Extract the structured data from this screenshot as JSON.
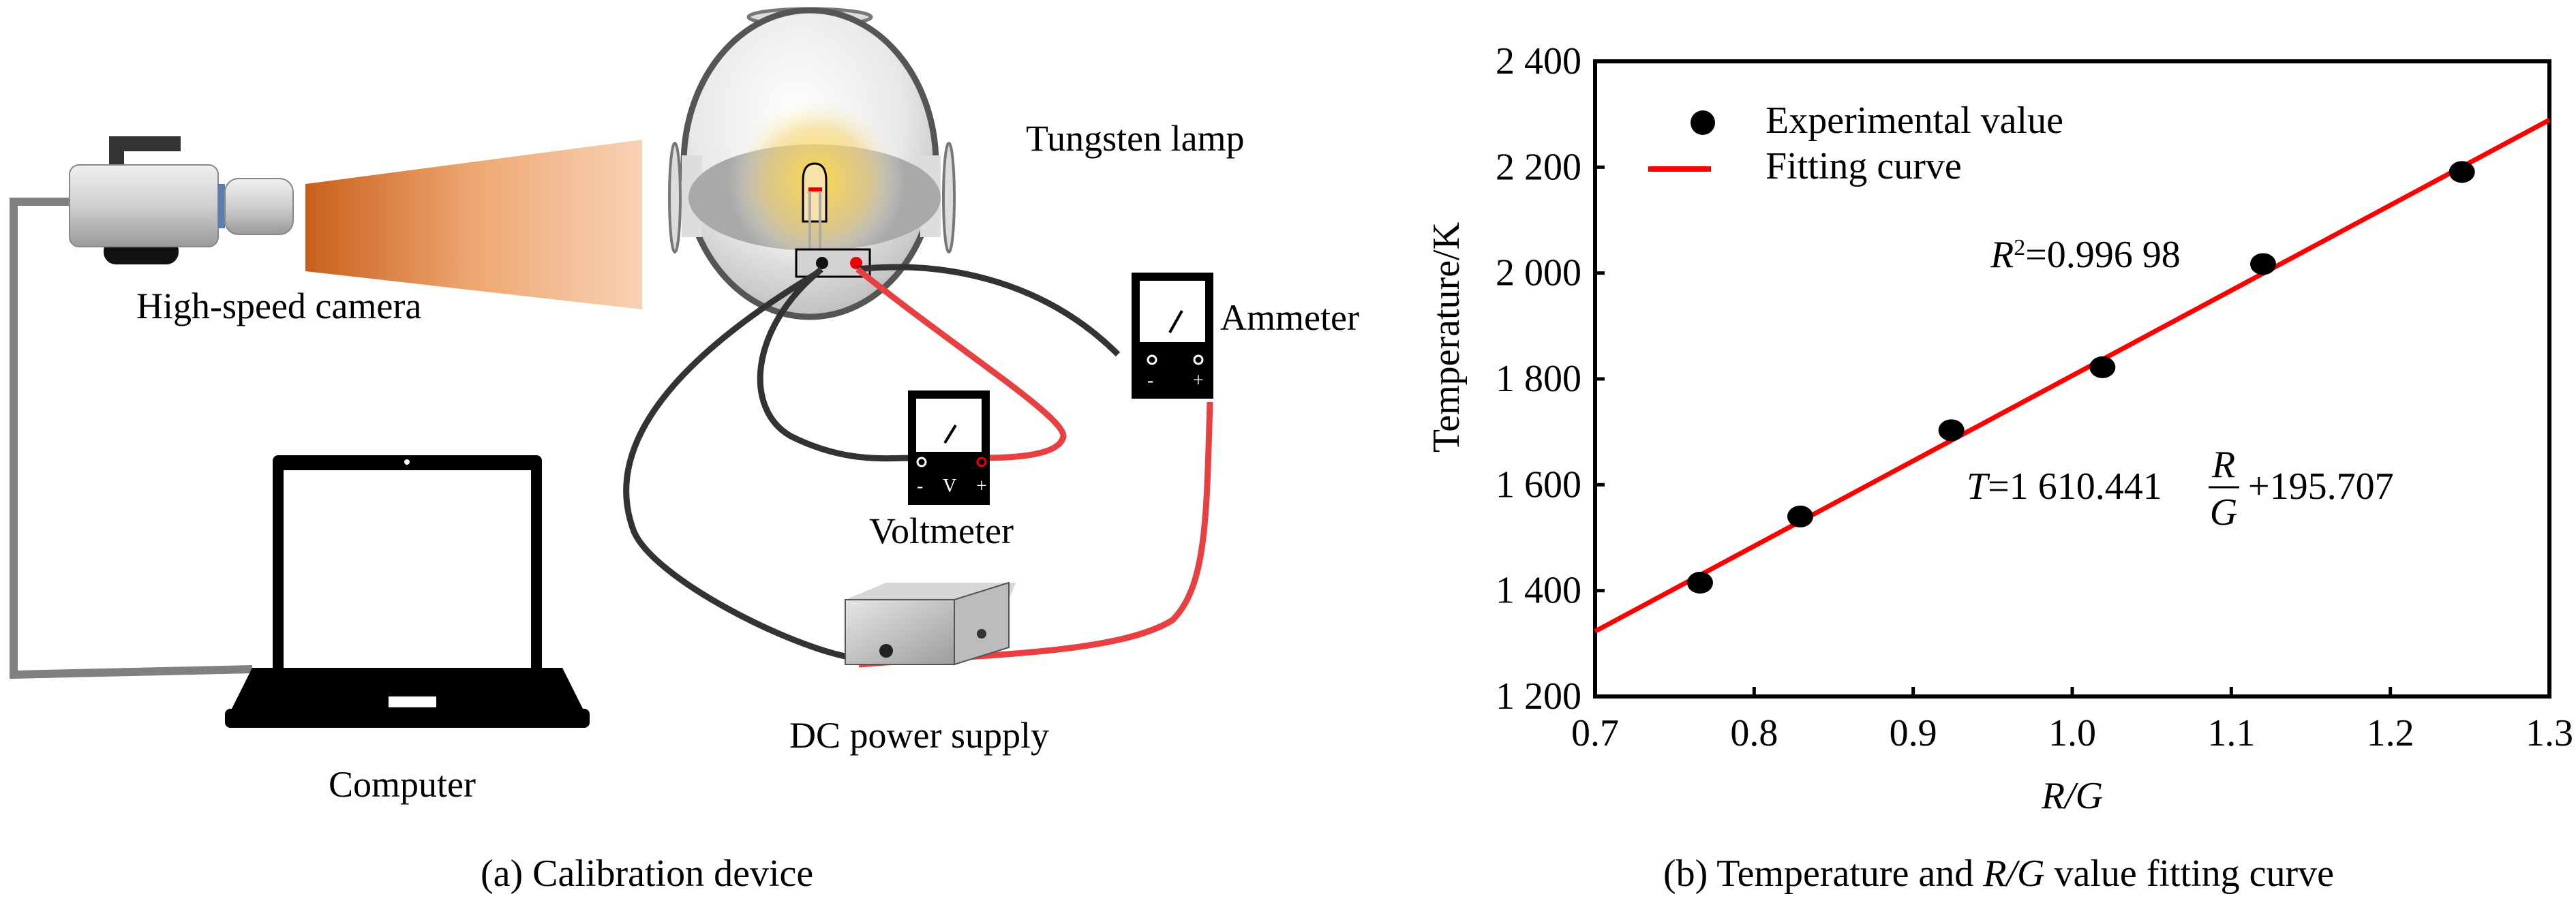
{
  "panel_a": {
    "caption": "(a) Calibration device",
    "labels": {
      "camera": "High-speed camera",
      "lamp": "Tungsten lamp",
      "ammeter": "Ammeter",
      "voltmeter": "Voltmeter",
      "power": "DC power supply",
      "computer": "Computer"
    },
    "meter_symbols": {
      "minus": "-",
      "plus": "+",
      "volt": "V"
    }
  },
  "panel_b": {
    "caption_prefix": "(b) Temperature and ",
    "caption_italic": "R/G",
    "caption_suffix": " value fitting curve",
    "r2_label": "R",
    "r2_sup": "2",
    "r2_value": "=0.996 98",
    "eq_T": "T",
    "eq_coef": "=1 610.441",
    "eq_num": "R",
    "eq_den": "G",
    "eq_intercept": "+195.707"
  },
  "chart_data": {
    "type": "scatter",
    "title": "",
    "xlabel": "R/G",
    "ylabel": "Temperature/K",
    "xlim": [
      0.7,
      1.3
    ],
    "ylim": [
      1200,
      2400
    ],
    "xticks": [
      0.7,
      0.8,
      0.9,
      1.0,
      1.1,
      1.2,
      1.3
    ],
    "xtick_labels": [
      "0.7",
      "0.8",
      "0.9",
      "1.0",
      "1.1",
      "1.2",
      "1.3"
    ],
    "yticks": [
      1200,
      1400,
      1600,
      1800,
      2000,
      2200,
      2400
    ],
    "ytick_labels": [
      "1 200",
      "1 400",
      "1 600",
      "1 800",
      "2 000",
      "2 200",
      "2 400"
    ],
    "grid": false,
    "legend_position": "top-left",
    "series": [
      {
        "name": "Experimental value",
        "kind": "scatter",
        "color": "#000000",
        "x": [
          0.766,
          0.829,
          0.924,
          1.019,
          1.12,
          1.245
        ],
        "y": [
          1415,
          1540,
          1703,
          1822,
          2017,
          2191
        ]
      },
      {
        "name": "Fitting curve",
        "kind": "line",
        "color": "#ff0000",
        "slope": 1610.441,
        "intercept": 195.707,
        "x": [
          0.7,
          1.3
        ]
      }
    ],
    "annotations": [
      "R²=0.996 98",
      "T=1 610.441 R/G +195.707"
    ]
  }
}
